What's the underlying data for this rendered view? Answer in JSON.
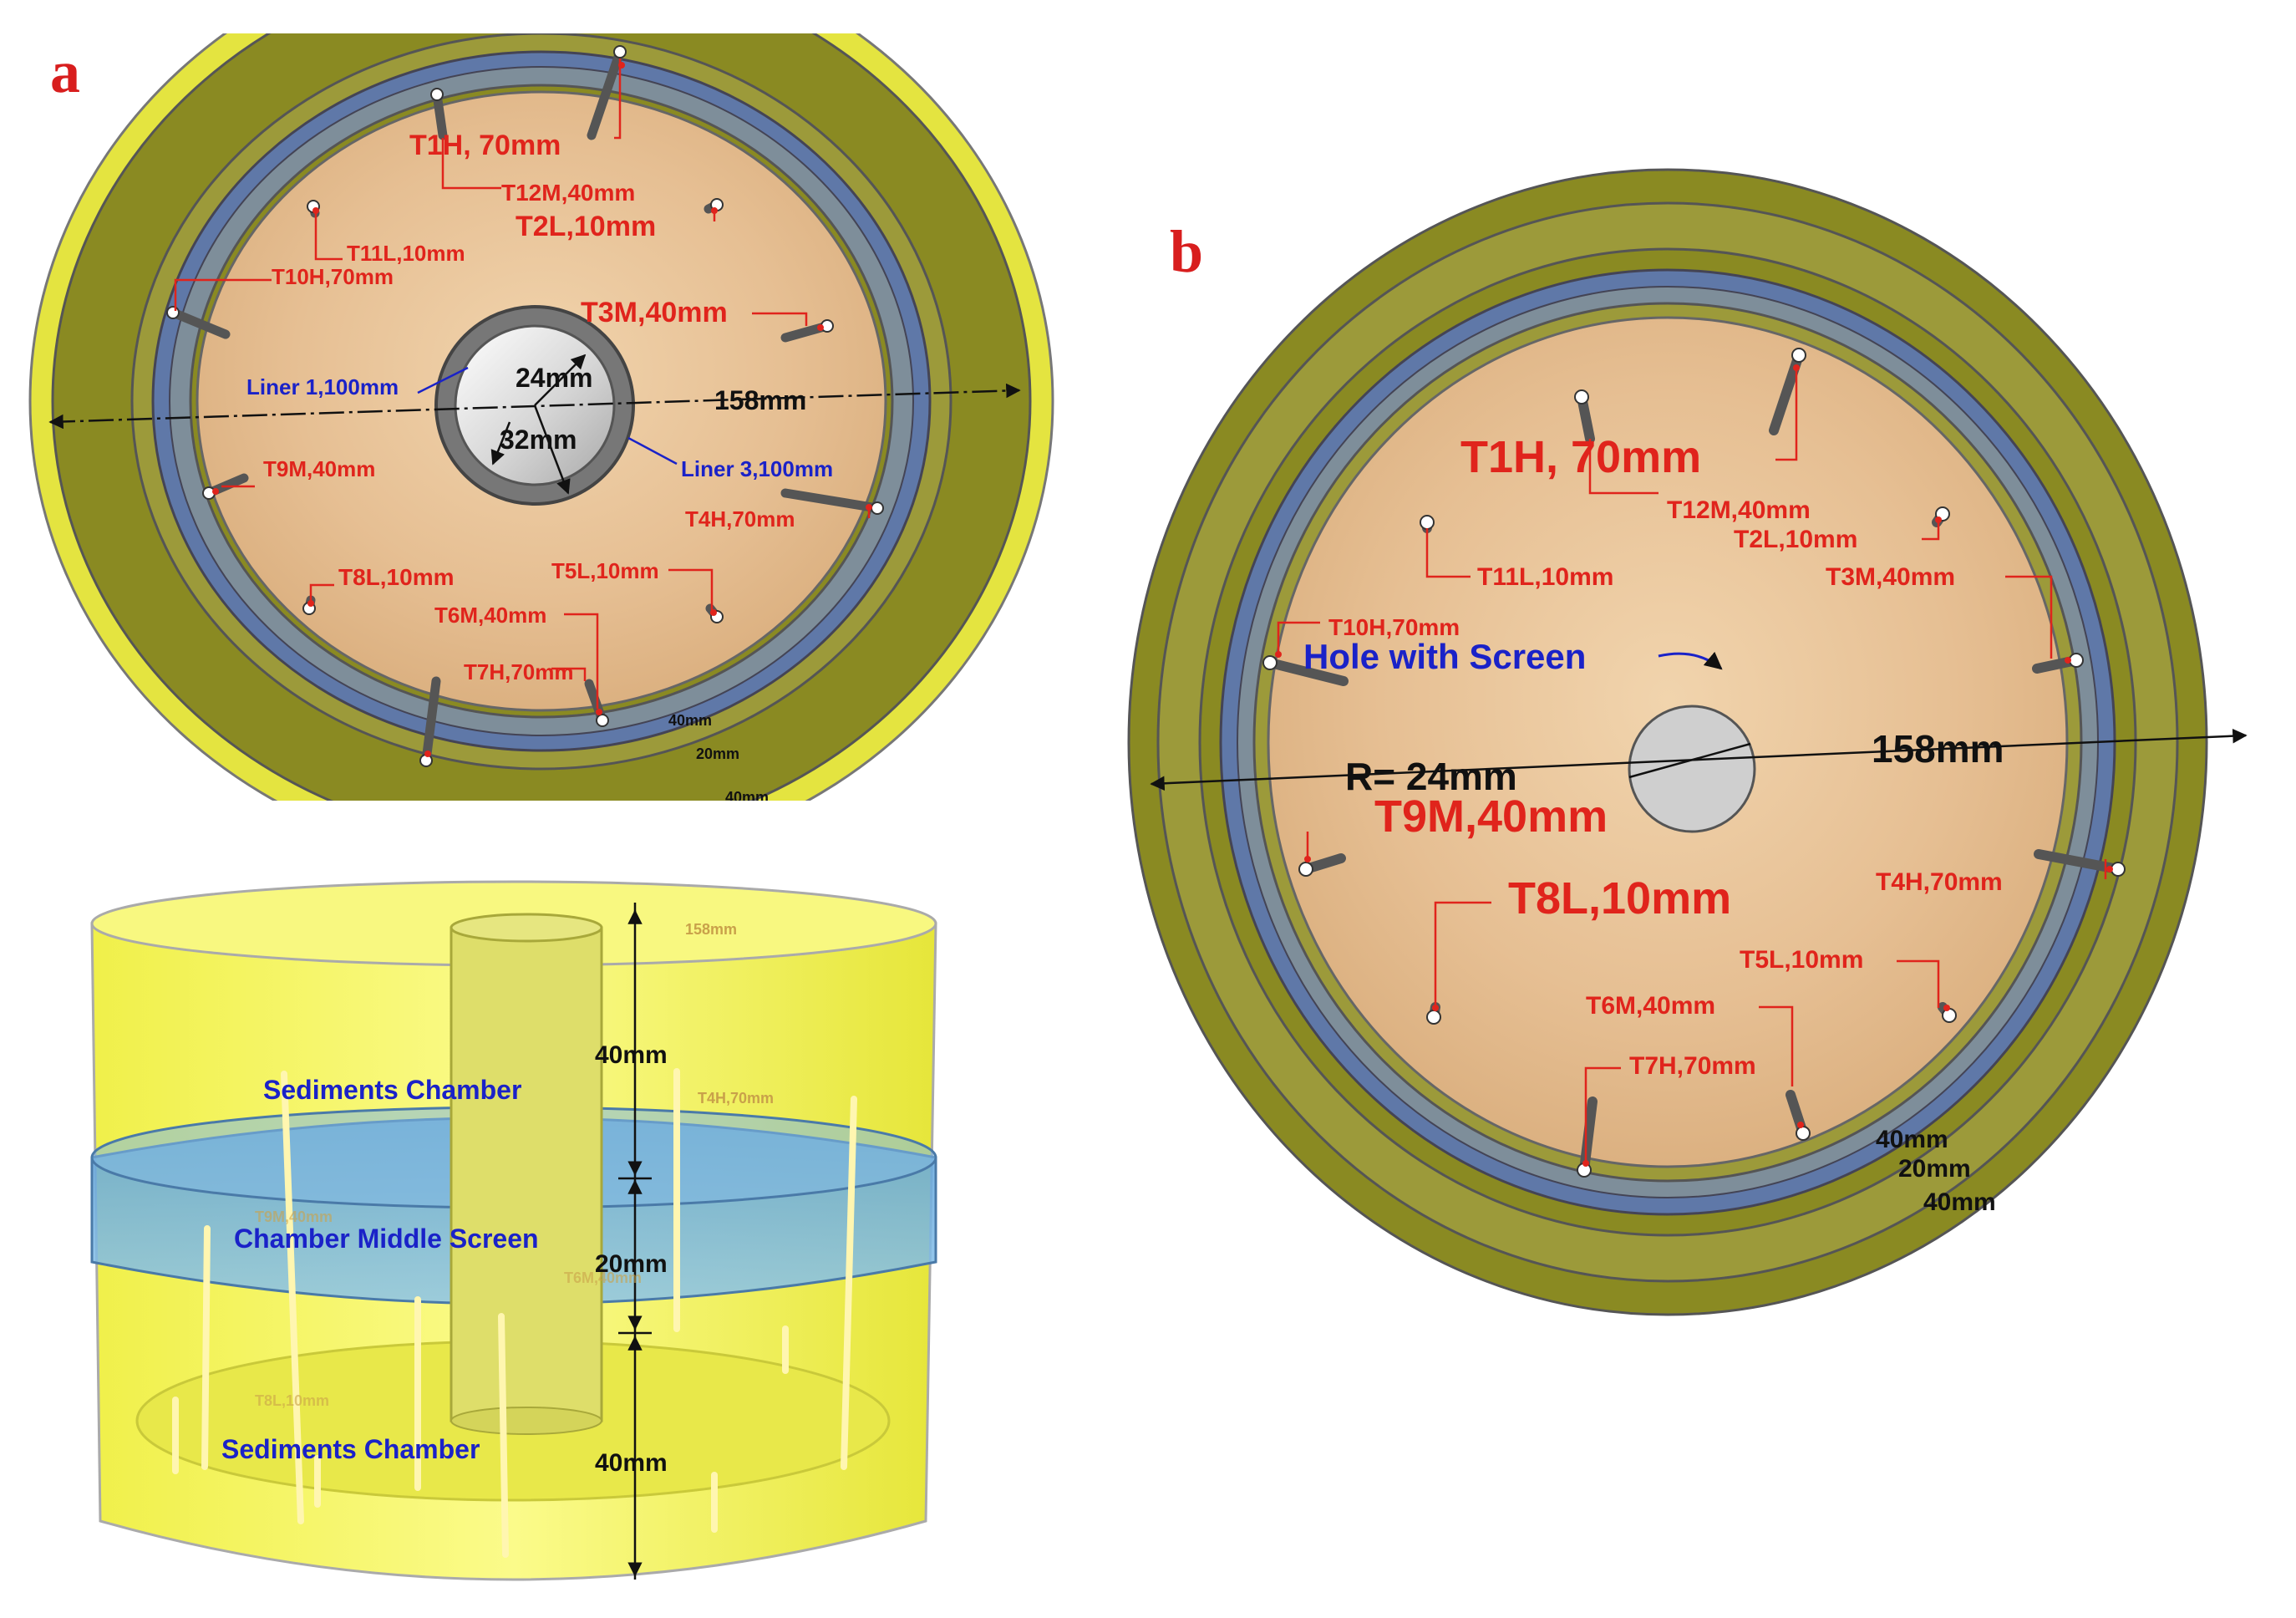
{
  "panels": {
    "a": {
      "letter": "a",
      "sensors": [
        {
          "label": "T1H, 70mm"
        },
        {
          "label": "T12M,40mm"
        },
        {
          "label": "T2L,10mm"
        },
        {
          "label": "T11L,10mm"
        },
        {
          "label": "T10H,70mm"
        },
        {
          "label": "T3M,40mm"
        },
        {
          "label": "T9M,40mm"
        },
        {
          "label": "T4H,70mm"
        },
        {
          "label": "T8L,10mm"
        },
        {
          "label": "T5L,10mm"
        },
        {
          "label": "T6M,40mm"
        },
        {
          "label": "T7H,70mm"
        }
      ],
      "liners": [
        "Liner 1,100mm",
        "Liner 3,100mm"
      ],
      "dims": {
        "inner": "24mm",
        "outer": "32mm",
        "diameter": "158mm",
        "ring1": "40mm",
        "ring2": "20mm",
        "ring3": "40mm"
      }
    },
    "b": {
      "letter": "b",
      "sensors": [
        {
          "label": "T1H, 70mm"
        },
        {
          "label": "T12M,40mm"
        },
        {
          "label": "T2L,10mm"
        },
        {
          "label": "T11L,10mm"
        },
        {
          "label": "T3M,40mm"
        },
        {
          "label": "T10H,70mm"
        },
        {
          "label": "T9M,40mm"
        },
        {
          "label": "T4H,70mm"
        },
        {
          "label": "T8L,10mm"
        },
        {
          "label": "T5L,10mm"
        },
        {
          "label": "T6M,40mm"
        },
        {
          "label": "T7H,70mm"
        }
      ],
      "hole": "Hole with Screen",
      "dims": {
        "radius": "R= 24mm",
        "diameter": "158mm",
        "ring1": "40mm",
        "ring2": "20mm",
        "ring3": "40mm"
      }
    },
    "side": {
      "top_chamber": "Sediments Chamber",
      "middle": "Chamber Middle Screen",
      "bottom_chamber": "Sediments Chamber",
      "dims": {
        "top": "40mm",
        "middle": "20mm",
        "bottom": "40mm",
        "diameter": "158mm"
      },
      "faint": [
        "T4H,70mm",
        "T9M,40mm",
        "T6M,40mm",
        "T8L,10mm"
      ]
    }
  },
  "colors": {
    "outer_ring": "#e2e23a",
    "olive": "#8a8a22",
    "olive_light": "#9c9a3a",
    "blue_ring": "#5f78a8",
    "sand": "#e9c49a",
    "sensor_red": "#e0241c",
    "label_blue": "#1a22c8",
    "cyl_yellow": "#f2f26a",
    "screen_blue": "#6fb0e0"
  }
}
